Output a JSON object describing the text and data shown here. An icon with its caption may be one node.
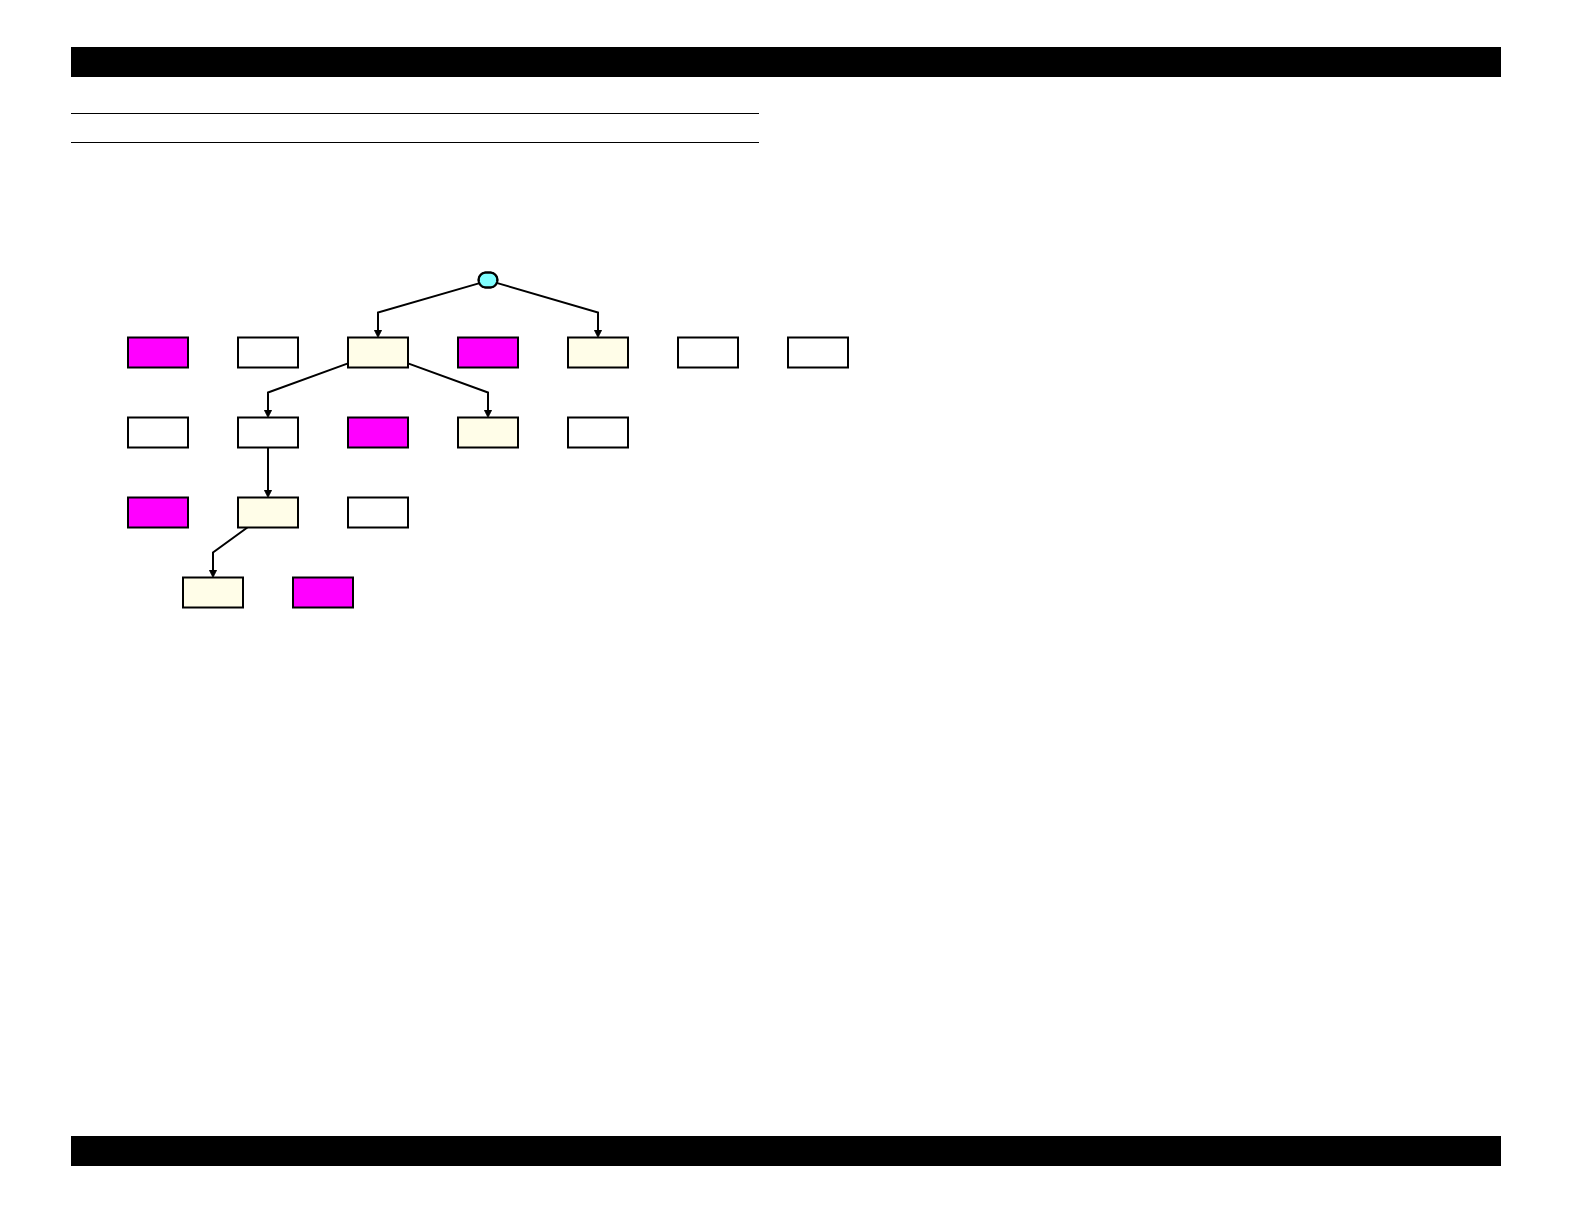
{
  "diagram": {
    "nodes": [
      {
        "text": [],
        "shape": "stadium"
      },
      {
        "text": [],
        "shape": "box"
      },
      {
        "text": [],
        "shape": "box"
      },
      {
        "text": [],
        "shape": "box"
      },
      {
        "text": [],
        "shape": "box"
      },
      {
        "text": [],
        "shape": "box"
      },
      {
        "text": [],
        "shape": "box"
      },
      {
        "text": [],
        "shape": "box"
      },
      {
        "text": [],
        "shape": "box"
      },
      {
        "text": [],
        "shape": "box"
      },
      {
        "text": [],
        "shape": "box"
      },
      {
        "text": [],
        "shape": "box"
      },
      {
        "text": [],
        "shape": "box"
      },
      {
        "text": [],
        "shape": "box"
      },
      {
        "text": [],
        "shape": "box"
      },
      {
        "text": [],
        "shape": "box"
      },
      {
        "text": [],
        "shape": "box"
      },
      {
        "text": [],
        "shape": "box"
      }
    ],
    "edges": [
      {
        "from": 0,
        "to": 3,
        "arrow": "to"
      },
      {
        "from": 0,
        "to": 5,
        "arrow": "to"
      },
      {
        "from": 3,
        "to": 9,
        "arrow": "to"
      },
      {
        "from": 3,
        "to": 11,
        "arrow": "to"
      },
      {
        "from": 9,
        "to": 14,
        "arrow": "to"
      },
      {
        "from": 14,
        "to": 17,
        "arrow": "to"
      }
    ]
  }
}
